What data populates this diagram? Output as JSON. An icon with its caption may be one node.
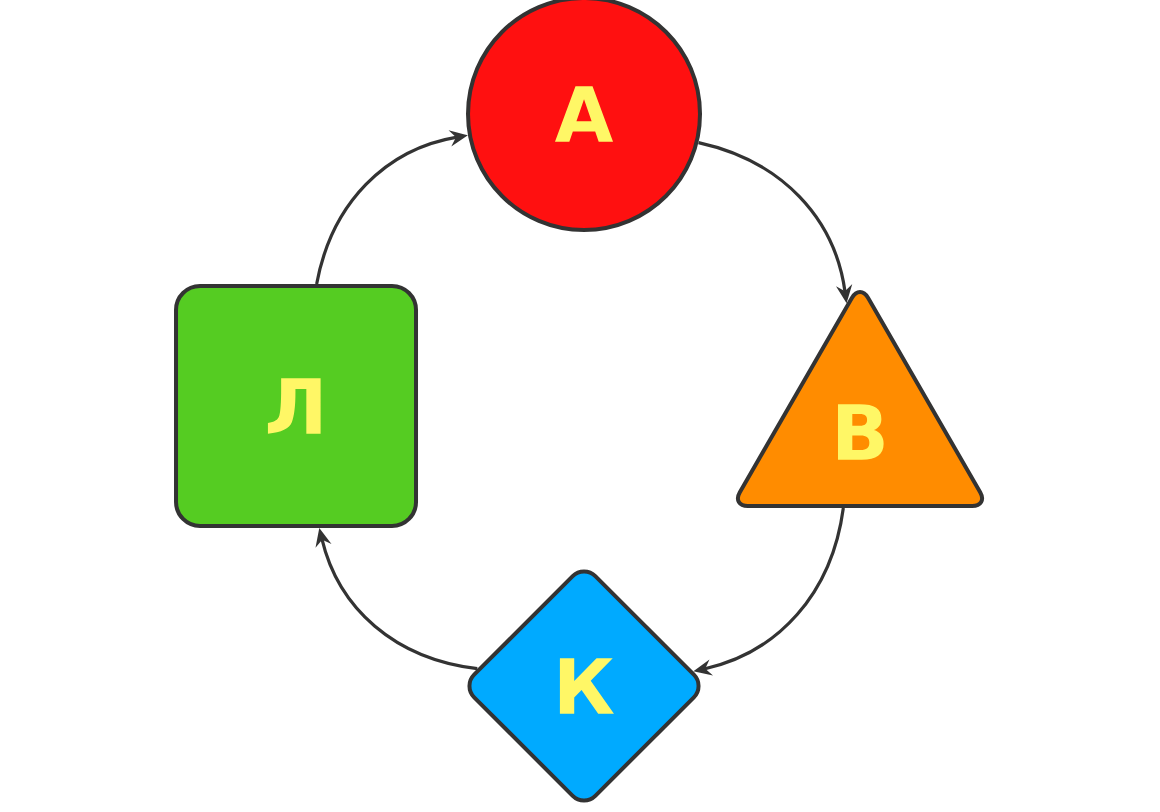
{
  "diagram": {
    "nodes": [
      {
        "text": [
          "А"
        ]
      },
      {
        "text": [
          "В"
        ]
      },
      {
        "text": [
          "К"
        ]
      },
      {
        "text": [
          "Л"
        ]
      }
    ],
    "edges": [
      {
        "from": 0,
        "to": 1,
        "arrow": "to"
      },
      {
        "from": 1,
        "to": 2,
        "arrow": "to"
      },
      {
        "from": 2,
        "to": 3,
        "arrow": "to"
      },
      {
        "from": 3,
        "to": 0,
        "arrow": "to"
      }
    ]
  }
}
